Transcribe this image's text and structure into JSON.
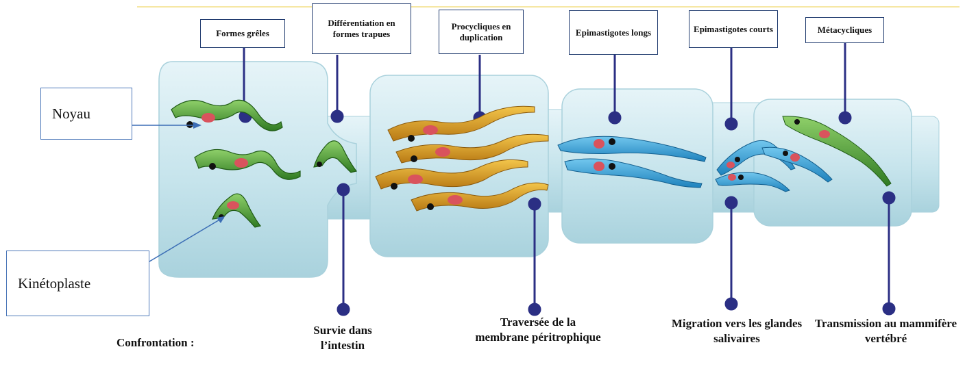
{
  "stage_labels": [
    "Formes grêles",
    "Différentiation en formes trapues",
    "Procycliques en duplication",
    "Epimastigotes longs",
    "Epimastigotes courts",
    "Métacycliques"
  ],
  "side_labels": {
    "nucleus": "Noyau",
    "kinetoplast": "Kinétoplaste"
  },
  "bottom_labels": {
    "prefix": "Confrontation :",
    "items": [
      "Survie dans l’intestin",
      "Traversée de la membrane péritrophique",
      "Migration vers les glandes salivaires",
      "Transmission au mammifère vertébré"
    ]
  },
  "colors": {
    "tube": "#c9e6ee",
    "tube_light": "#e4f3f7",
    "tube_edge": "#a9d1dc",
    "stem": "#2b2f84",
    "label_border": "#1f3a6e",
    "callout_line": "#3b6db5",
    "top_line": "#f6e7a4",
    "green_parasite": "#4e9a35",
    "orange_parasite": "#dba12a",
    "blue_parasite": "#3aa6d8",
    "nucleus": "#d9535d",
    "kinetoplast": "#111111"
  }
}
